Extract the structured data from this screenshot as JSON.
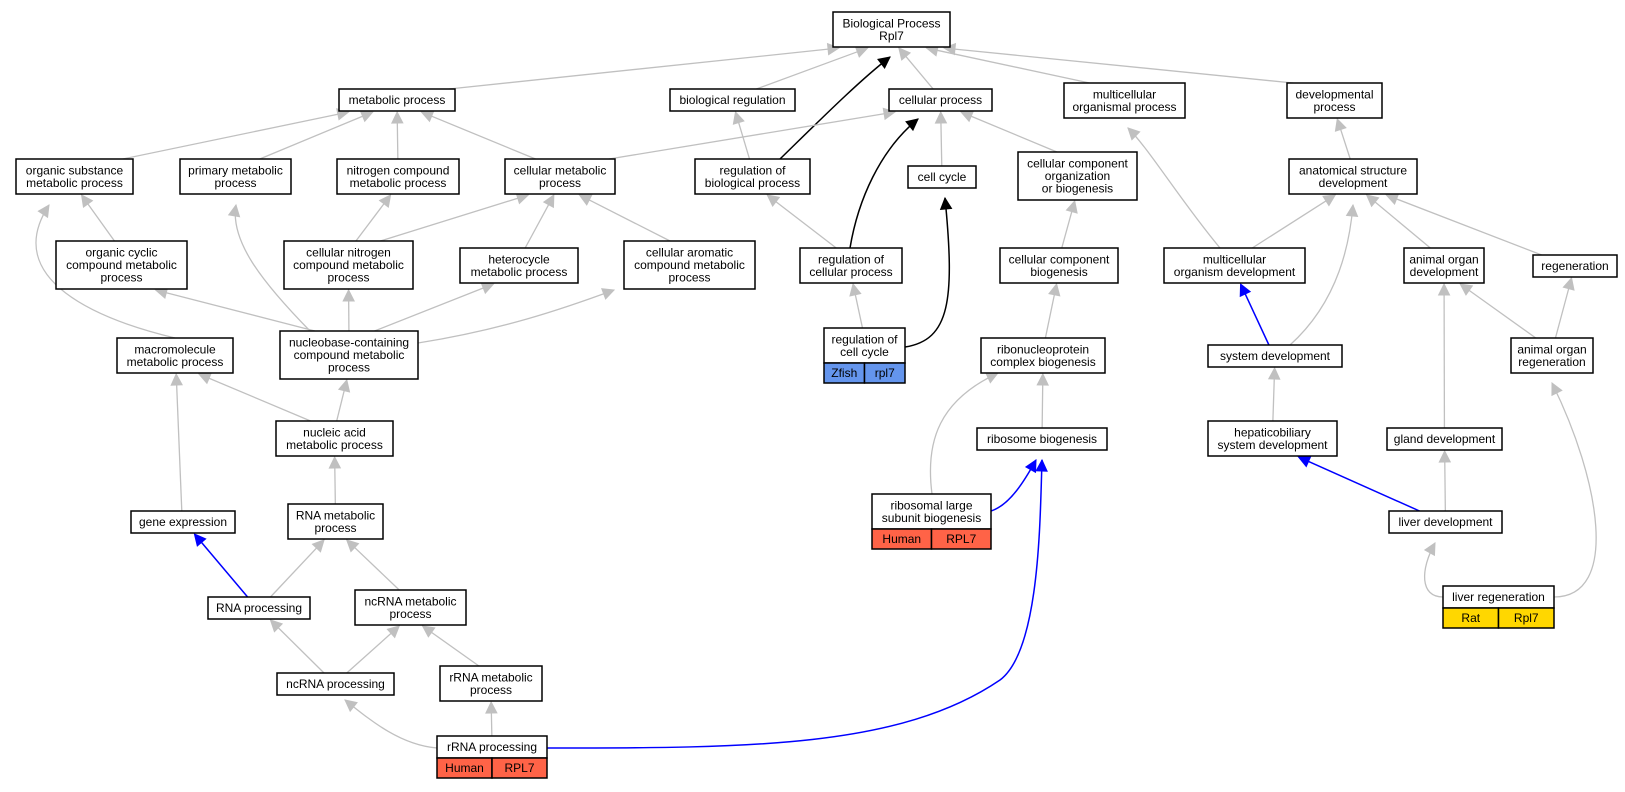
{
  "colors": {
    "gray_edge": "#c0c0c0",
    "black_edge": "#000000",
    "blue_edge": "#0000ff",
    "human": "#ff6347",
    "zfish": "#6495ed",
    "rat": "#ffd700"
  },
  "nodes": {
    "bp": [
      "Biological Process",
      "Rpl7"
    ],
    "metabolic": [
      "metabolic process"
    ],
    "bioreg": [
      "biological regulation"
    ],
    "cellproc": [
      "cellular process"
    ],
    "multiorg": [
      "multicellular",
      "organismal process"
    ],
    "devproc": [
      "developmental",
      "process"
    ],
    "orgsub": [
      "organic substance",
      "metabolic process"
    ],
    "primmet": [
      "primary metabolic",
      "process"
    ],
    "nitro": [
      "nitrogen compound",
      "metabolic process"
    ],
    "cellmet": [
      "cellular metabolic",
      "process"
    ],
    "regbio": [
      "regulation of",
      "biological process"
    ],
    "cellcycle": [
      "cell cycle"
    ],
    "ccorg": [
      "cellular component",
      "organization",
      "or biogenesis"
    ],
    "anat": [
      "anatomical structure",
      "development"
    ],
    "orgcyc": [
      "organic cyclic",
      "compound metabolic",
      "process"
    ],
    "cellnitro": [
      "cellular nitrogen",
      "compound metabolic",
      "process"
    ],
    "hetero": [
      "heterocycle",
      "metabolic process"
    ],
    "cellarom": [
      "cellular aromatic",
      "compound metabolic",
      "process"
    ],
    "regcell": [
      "regulation of",
      "cellular process"
    ],
    "ccbio": [
      "cellular component",
      "biogenesis"
    ],
    "multidev": [
      "multicellular",
      "organism development"
    ],
    "aodev": [
      "animal organ",
      "development"
    ],
    "regen": [
      "regeneration"
    ],
    "macro": [
      "macromolecule",
      "metabolic process"
    ],
    "nucleobase": [
      "nucleobase-containing",
      "compound metabolic",
      "process"
    ],
    "regcc": [
      "regulation of",
      "cell cycle"
    ],
    "rnpbio": [
      "ribonucleoprotein",
      "complex biogenesis"
    ],
    "sysdev": [
      "system development"
    ],
    "aoregen": [
      "animal organ",
      "regeneration"
    ],
    "nucacid": [
      "nucleic acid",
      "metabolic process"
    ],
    "ribobio": [
      "ribosome biogenesis"
    ],
    "hepato": [
      "hepaticobiliary",
      "system development"
    ],
    "gland": [
      "gland development"
    ],
    "geneexp": [
      "gene expression"
    ],
    "rnamet": [
      "RNA metabolic",
      "process"
    ],
    "rlsb": [
      "ribosomal large",
      "subunit biogenesis"
    ],
    "liverdev": [
      "liver development"
    ],
    "rnaproc": [
      "RNA processing"
    ],
    "ncrnamet": [
      "ncRNA metabolic",
      "process"
    ],
    "liverregen": [
      "liver regeneration"
    ],
    "ncrnaproc": [
      "ncRNA processing"
    ],
    "rrnamet": [
      "rRNA metabolic",
      "process"
    ],
    "rrnaproc": [
      "rRNA processing"
    ]
  },
  "annotations": {
    "regcc": {
      "species": "Zfish",
      "gene": "rpl7",
      "color": "#6495ed"
    },
    "rlsb": {
      "species": "Human",
      "gene": "RPL7",
      "color": "#ff6347"
    },
    "liverregen": {
      "species": "Rat",
      "gene": "Rpl7",
      "color": "#ffd700"
    },
    "rrnaproc": {
      "species": "Human",
      "gene": "RPL7",
      "color": "#ff6347"
    }
  },
  "edges": [
    [
      "metabolic",
      "bp",
      "gray"
    ],
    [
      "bioreg",
      "bp",
      "gray"
    ],
    [
      "regbio",
      "bp",
      "black"
    ],
    [
      "cellproc",
      "bp",
      "gray"
    ],
    [
      "multiorg",
      "bp",
      "gray"
    ],
    [
      "devproc",
      "bp",
      "gray"
    ],
    [
      "orgsub",
      "metabolic",
      "gray"
    ],
    [
      "primmet",
      "metabolic",
      "gray"
    ],
    [
      "nitro",
      "metabolic",
      "gray"
    ],
    [
      "cellmet",
      "metabolic",
      "gray"
    ],
    [
      "cellmet",
      "cellproc",
      "gray"
    ],
    [
      "regbio",
      "bioreg",
      "gray"
    ],
    [
      "regcell",
      "cellproc",
      "black"
    ],
    [
      "cellcycle",
      "cellproc",
      "gray"
    ],
    [
      "ccorg",
      "cellproc",
      "gray"
    ],
    [
      "anat",
      "devproc",
      "gray"
    ],
    [
      "orgcyc",
      "orgsub",
      "gray"
    ],
    [
      "macro",
      "orgsub",
      "gray"
    ],
    [
      "nucleobase",
      "primmet",
      "gray"
    ],
    [
      "cellnitro",
      "nitro",
      "gray"
    ],
    [
      "cellnitro",
      "cellmet",
      "gray"
    ],
    [
      "hetero",
      "cellmet",
      "gray"
    ],
    [
      "cellarom",
      "cellmet",
      "gray"
    ],
    [
      "regcell",
      "regbio",
      "gray"
    ],
    [
      "regcc",
      "regcell",
      "gray"
    ],
    [
      "regcc",
      "cellcycle",
      "black"
    ],
    [
      "ccbio",
      "ccorg",
      "gray"
    ],
    [
      "rnpbio",
      "ccbio",
      "gray"
    ],
    [
      "multidev",
      "multiorg",
      "gray"
    ],
    [
      "multidev",
      "anat",
      "gray"
    ],
    [
      "aodev",
      "anat",
      "gray"
    ],
    [
      "regen",
      "anat",
      "gray"
    ],
    [
      "sysdev",
      "anat",
      "gray"
    ],
    [
      "sysdev",
      "multidev",
      "blue"
    ],
    [
      "aoregen",
      "aodev",
      "gray"
    ],
    [
      "aoregen",
      "regen",
      "gray"
    ],
    [
      "nucleobase",
      "orgcyc",
      "gray"
    ],
    [
      "nucleobase",
      "cellnitro",
      "gray"
    ],
    [
      "nucleobase",
      "hetero",
      "gray"
    ],
    [
      "nucleobase",
      "cellarom",
      "gray"
    ],
    [
      "nucacid",
      "macro",
      "gray"
    ],
    [
      "nucacid",
      "nucleobase",
      "gray"
    ],
    [
      "geneexp",
      "macro",
      "gray"
    ],
    [
      "rnamet",
      "nucacid",
      "gray"
    ],
    [
      "rnaproc",
      "geneexp",
      "blue"
    ],
    [
      "rnaproc",
      "rnamet",
      "gray"
    ],
    [
      "ncrnamet",
      "rnamet",
      "gray"
    ],
    [
      "ncrnaproc",
      "rnaproc",
      "gray"
    ],
    [
      "ncrnaproc",
      "ncrnamet",
      "gray"
    ],
    [
      "rrnamet",
      "ncrnamet",
      "gray"
    ],
    [
      "rrnaproc",
      "ncrnaproc",
      "gray"
    ],
    [
      "rrnaproc",
      "rrnamet",
      "gray"
    ],
    [
      "rrnaproc",
      "ribobio",
      "blue"
    ],
    [
      "rlsb",
      "ribobio",
      "blue"
    ],
    [
      "ribobio",
      "rnpbio",
      "gray"
    ],
    [
      "rlsb",
      "rnpbio",
      "gray"
    ],
    [
      "hepato",
      "sysdev",
      "gray"
    ],
    [
      "liverdev",
      "hepato",
      "blue"
    ],
    [
      "liverdev",
      "gland",
      "gray"
    ],
    [
      "gland",
      "aodev",
      "gray"
    ],
    [
      "liverregen",
      "liverdev",
      "gray"
    ],
    [
      "liverregen",
      "aoregen",
      "gray"
    ]
  ]
}
